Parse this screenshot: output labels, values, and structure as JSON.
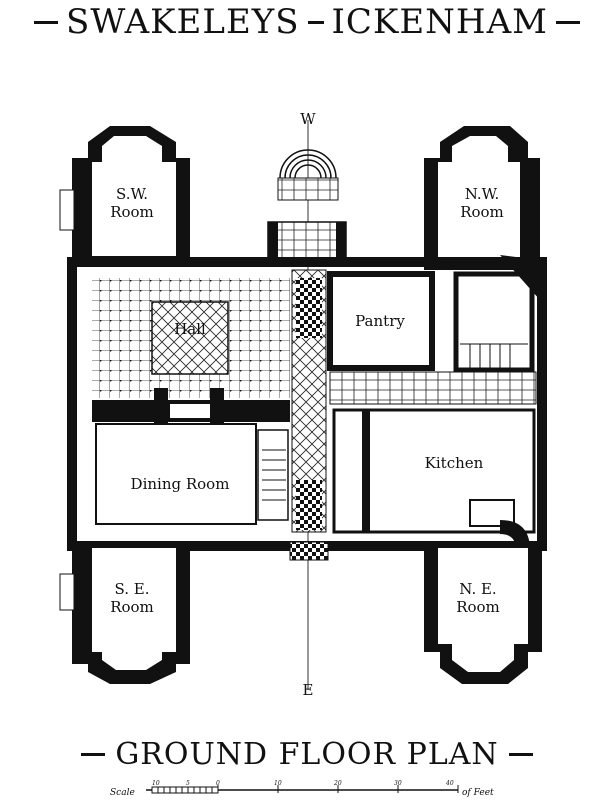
{
  "header": {
    "title_left": "SWAKELEYS",
    "title_right": "ICKENHAM"
  },
  "footer": {
    "title": "GROUND FLOOR PLAN"
  },
  "plan": {
    "compass_top": "W",
    "compass_bottom": "E",
    "rooms": {
      "sw_line1": "S.W.",
      "sw_line2": "Room",
      "nw_line1": "N.W.",
      "nw_line2": "Room",
      "hall": "Hall",
      "pantry": "Pantry",
      "dining": "Dining Room",
      "kitchen": "Kitchen",
      "se_line1": "S. E.",
      "se_line2": "Room",
      "ne_line1": "N. E.",
      "ne_line2": "Room"
    }
  },
  "scale": {
    "label_left": "Scale",
    "label_right": "of Feet",
    "ticks": [
      "10",
      "5",
      "0",
      "10",
      "20",
      "30",
      "40"
    ]
  }
}
